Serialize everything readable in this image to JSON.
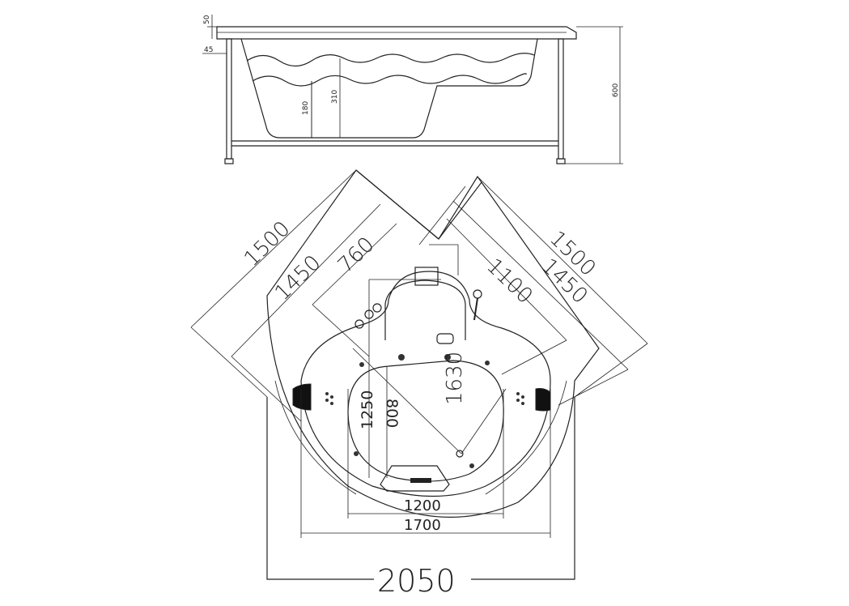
{
  "side_view": {
    "dims": {
      "rim": "50",
      "lip": "45",
      "seat_depth": "180",
      "water_depth": "310",
      "height": "600"
    }
  },
  "top_view": {
    "dims": {
      "left_outer": "1500",
      "left_inner": "1450",
      "seat_width": "760",
      "right_outer": "1500",
      "right_inner": "1450",
      "right_inner2": "1100",
      "diagonal": "1630",
      "well_length": "1250",
      "well_width": "800",
      "inner_width": "1200",
      "bowl_width": "1700",
      "overall_width": "2050"
    }
  }
}
